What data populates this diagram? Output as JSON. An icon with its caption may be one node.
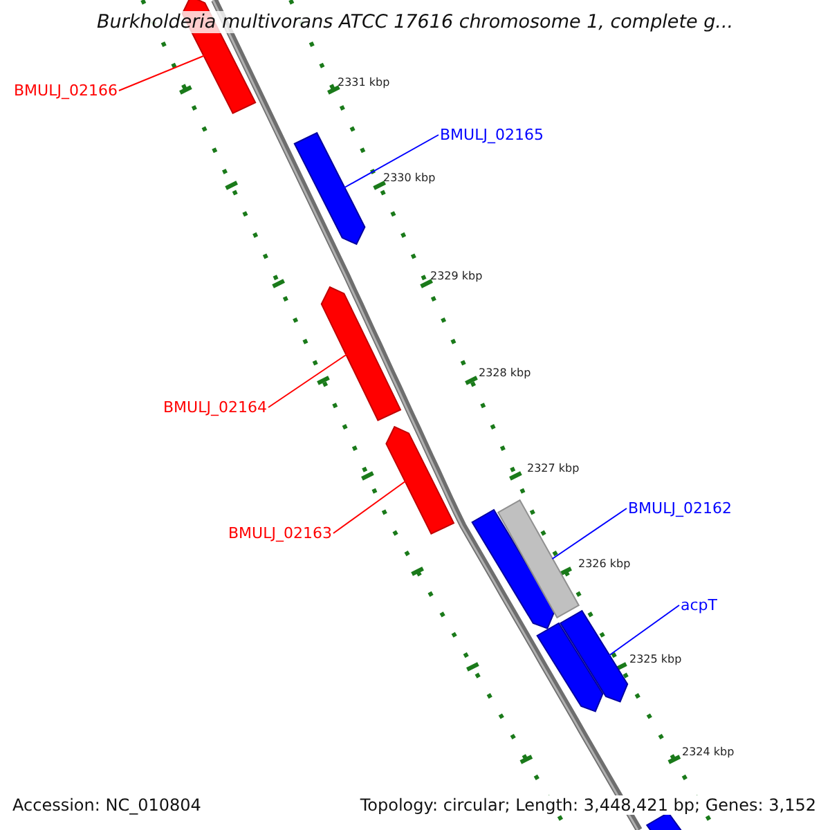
{
  "diagram": {
    "title": "Burkholderia multivorans ATCC 17616 chromosome 1, complete g...",
    "nodes": [
      {
        "text": [
          "BMULJ_02166"
        ]
      },
      {
        "text": [],
        "shape": "bar"
      },
      {
        "text": [
          "BMULJ_02165"
        ]
      },
      {
        "text": [],
        "shape": "bar"
      },
      {
        "text": [
          "BMULJ_02164"
        ]
      },
      {
        "text": [],
        "shape": "bar"
      },
      {
        "text": [
          "BMULJ_02163"
        ]
      },
      {
        "text": [],
        "shape": "bar"
      },
      {
        "text": [
          "BMULJ_02162"
        ]
      },
      {
        "text": [],
        "shape": "bar"
      },
      {
        "text": [],
        "shape": "bar"
      },
      {
        "text": [
          "acpT"
        ]
      },
      {
        "text": [],
        "shape": "bar"
      },
      {
        "text": [],
        "shape": "bar"
      },
      {
        "text": [],
        "shape": "bar"
      }
    ],
    "edges": [
      {
        "from": 0,
        "to": 1,
        "arrow": "none",
        "color": "#ff0000"
      },
      {
        "from": 2,
        "to": 3,
        "arrow": "none",
        "color": "#0000ff"
      },
      {
        "from": 4,
        "to": 5,
        "arrow": "none",
        "color": "#ff0000"
      },
      {
        "from": 6,
        "to": 7,
        "arrow": "none",
        "color": "#ff0000"
      },
      {
        "from": 8,
        "to": 10,
        "arrow": "none",
        "color": "#0000ff"
      },
      {
        "from": 11,
        "to": 13,
        "arrow": "none",
        "color": "#0000ff"
      }
    ],
    "labels": [
      "2331 kbp",
      "2330 kbp",
      "2329 kbp",
      "2328 kbp",
      "2327 kbp",
      "2326 kbp",
      "2325 kbp",
      "2324 kbp",
      "Accession: NC_010804",
      "Topology: circular; Length: 3,448,421 bp; Genes: 3,152"
    ]
  }
}
